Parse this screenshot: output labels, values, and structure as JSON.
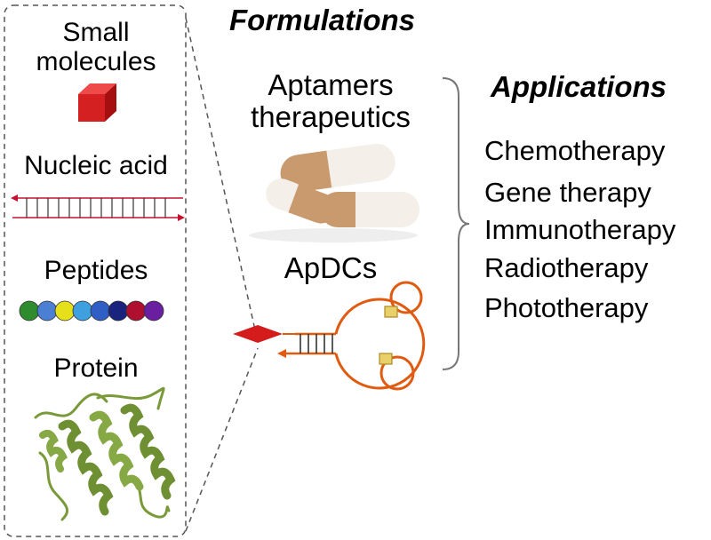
{
  "left_panel": {
    "items": [
      {
        "label": "Small\nmolecules",
        "line1": "Small",
        "line2": "molecules",
        "icon": "red-cube-icon"
      },
      {
        "label": "Nucleic acid",
        "icon": "double-strand-icon"
      },
      {
        "label": "Peptides",
        "icon": "bead-chain-icon"
      },
      {
        "label": "Protein",
        "icon": "protein-ribbon-icon"
      }
    ],
    "bead_colors": [
      "#2e8b2e",
      "#4a7fd4",
      "#e6e01a",
      "#3fa0e0",
      "#2f5fc4",
      "#1a237e",
      "#b01030",
      "#6a1fa0"
    ]
  },
  "formulations": {
    "heading": "Formulations",
    "aptamers_line1": "Aptamers",
    "aptamers_line2": "therapeutics",
    "apdcs": "ApDCs"
  },
  "applications": {
    "heading": "Applications",
    "items": [
      "Chemotherapy",
      "Gene therapy",
      "Immunotherapy",
      "Radiotherapy",
      "Phototherapy"
    ]
  },
  "colors": {
    "cube": "#d42020",
    "strand": "#c8102e",
    "protein": "#7a9a3a",
    "aptamer_loop": "#e05a10",
    "capsule": "#c99a6e",
    "drug_diamond": "#d41c1c"
  }
}
